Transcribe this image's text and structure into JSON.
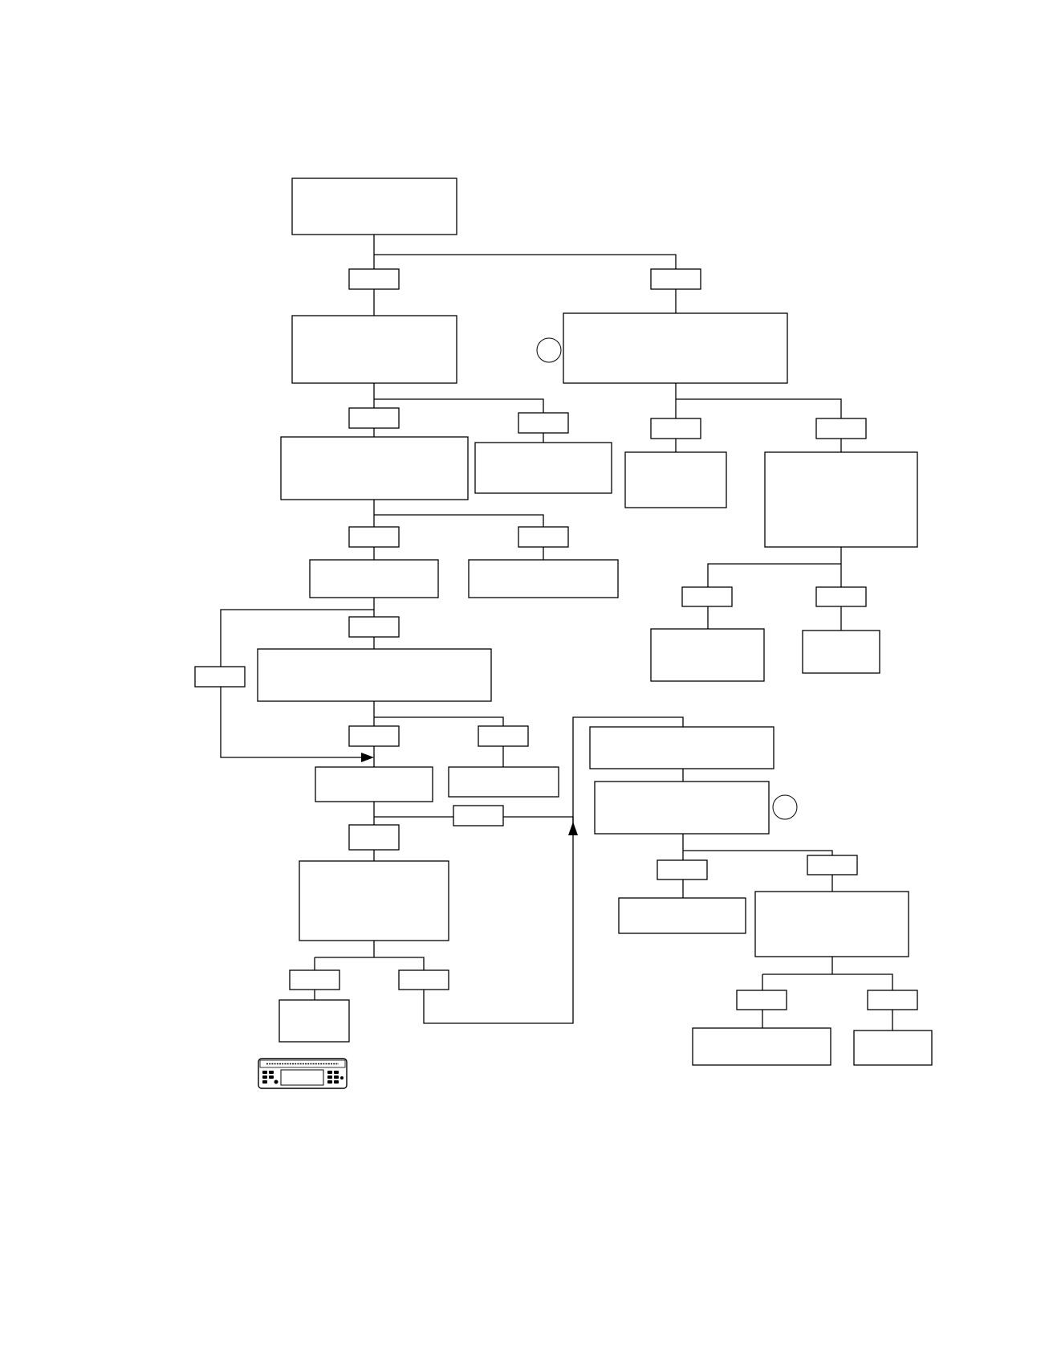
{
  "diagram": {
    "type": "flowchart",
    "line_color": "#000000",
    "background": "#ffffff",
    "nodes": [
      {
        "id": "n1",
        "text": ""
      },
      {
        "id": "n2",
        "text": ""
      },
      {
        "id": "n3",
        "text": ""
      },
      {
        "id": "n4",
        "text": ""
      },
      {
        "id": "n5",
        "text": ""
      },
      {
        "id": "n6",
        "text": ""
      },
      {
        "id": "n7",
        "text": ""
      },
      {
        "id": "n8",
        "text": ""
      },
      {
        "id": "n9",
        "text": ""
      },
      {
        "id": "n10",
        "text": ""
      },
      {
        "id": "n11",
        "text": ""
      },
      {
        "id": "n12",
        "text": ""
      },
      {
        "id": "n13",
        "text": ""
      },
      {
        "id": "n14",
        "text": ""
      },
      {
        "id": "n15",
        "text": ""
      },
      {
        "id": "n16",
        "text": ""
      },
      {
        "id": "n17",
        "text": ""
      },
      {
        "id": "n18",
        "text": ""
      },
      {
        "id": "n19",
        "text": ""
      },
      {
        "id": "n20",
        "text": ""
      },
      {
        "id": "n21",
        "text": ""
      },
      {
        "id": "n22",
        "text": ""
      },
      {
        "id": "n23",
        "text": ""
      }
    ],
    "branch_labels": [
      {
        "id": "b1",
        "text": ""
      },
      {
        "id": "b2",
        "text": ""
      },
      {
        "id": "b3",
        "text": ""
      },
      {
        "id": "b4",
        "text": ""
      },
      {
        "id": "b5",
        "text": ""
      },
      {
        "id": "b6",
        "text": ""
      },
      {
        "id": "b7",
        "text": ""
      },
      {
        "id": "b8",
        "text": ""
      },
      {
        "id": "b9",
        "text": ""
      },
      {
        "id": "b10",
        "text": ""
      },
      {
        "id": "b11",
        "text": ""
      },
      {
        "id": "b12",
        "text": ""
      },
      {
        "id": "b13",
        "text": ""
      },
      {
        "id": "b14",
        "text": ""
      },
      {
        "id": "b15",
        "text": ""
      },
      {
        "id": "b16",
        "text": ""
      },
      {
        "id": "b17",
        "text": ""
      },
      {
        "id": "b18",
        "text": ""
      },
      {
        "id": "b19",
        "text": ""
      },
      {
        "id": "b20",
        "text": ""
      },
      {
        "id": "b21",
        "text": ""
      },
      {
        "id": "b22",
        "text": ""
      },
      {
        "id": "b23",
        "text": ""
      }
    ],
    "markers": [
      {
        "id": "m1",
        "text": ""
      },
      {
        "id": "m2",
        "text": ""
      }
    ],
    "device_icon": "radio-unit-icon"
  }
}
